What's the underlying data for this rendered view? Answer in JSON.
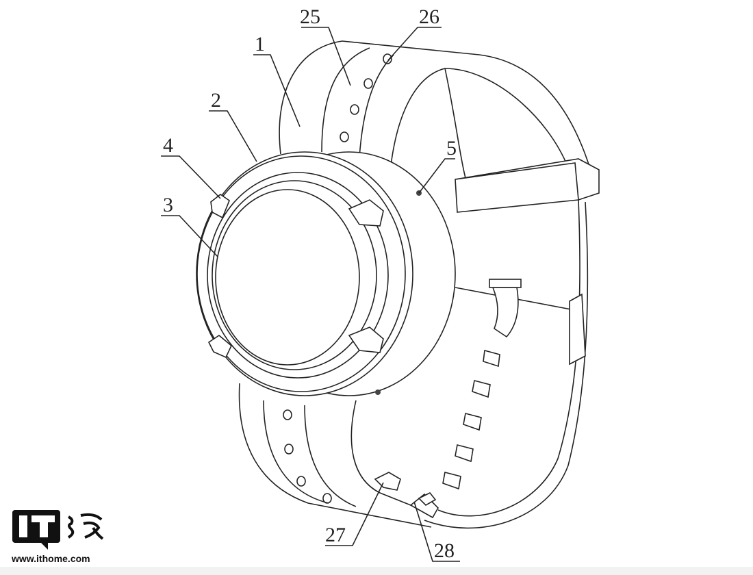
{
  "figure": {
    "labels": {
      "l1": "1",
      "l2": "2",
      "l3": "3",
      "l4": "4",
      "l5": "5",
      "l25": "25",
      "l26": "26",
      "l27": "27",
      "l28": "28"
    }
  },
  "watermark": {
    "logo_text": "IT之家",
    "url": "www.ithome.com"
  }
}
